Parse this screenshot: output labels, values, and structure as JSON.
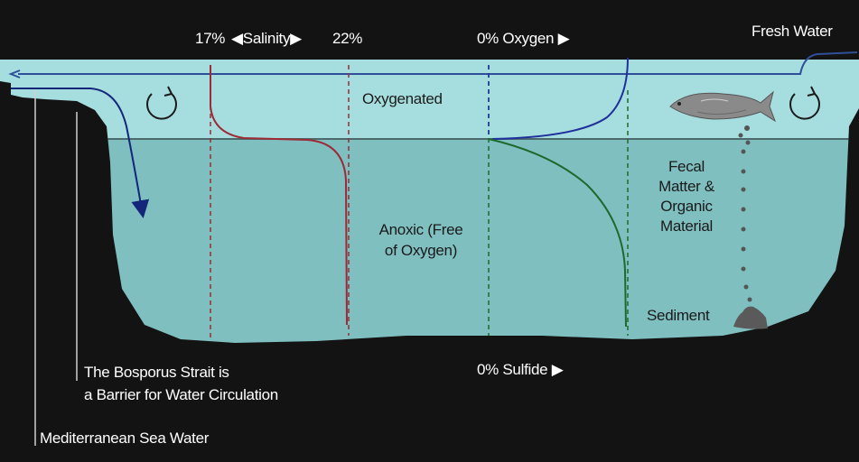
{
  "labels": {
    "salinity_low": "17%",
    "salinity_name": "◀Salinity▶",
    "salinity_high": "22%",
    "oxygen": "0%  Oxygen ▶",
    "fresh_water": "Fresh Water",
    "oxygenated": "Oxygenated",
    "anoxic_line1": "Anoxic (Free",
    "anoxic_line2": "of Oxygen)",
    "fecal_line1": "Fecal",
    "fecal_line2": "Matter &",
    "fecal_line3": "Organic",
    "fecal_line4": "Material",
    "sediment": "Sediment",
    "sulfide": "0%  Sulfide ▶",
    "bosporus_line1": "The Bosporus Strait is",
    "bosporus_line2": "a Barrier for Water Circulation",
    "mediterranean": "Mediterranean Sea Water"
  },
  "icons": {
    "circulation_left": "clockwise-arrow-icon",
    "circulation_right": "clockwise-arrow-icon",
    "fish": "fish-icon"
  },
  "colors": {
    "background": "#131313",
    "oxygenated_water": "#a6dedf",
    "anoxic_water": "#7fbfc0",
    "salinity_curve": "#9c2b36",
    "oxygen_curve": "#1f2f9c",
    "sulfide_curve": "#1d6a2c",
    "mediterranean_arrow": "#14267a",
    "sediment": "#5a5a5a"
  }
}
